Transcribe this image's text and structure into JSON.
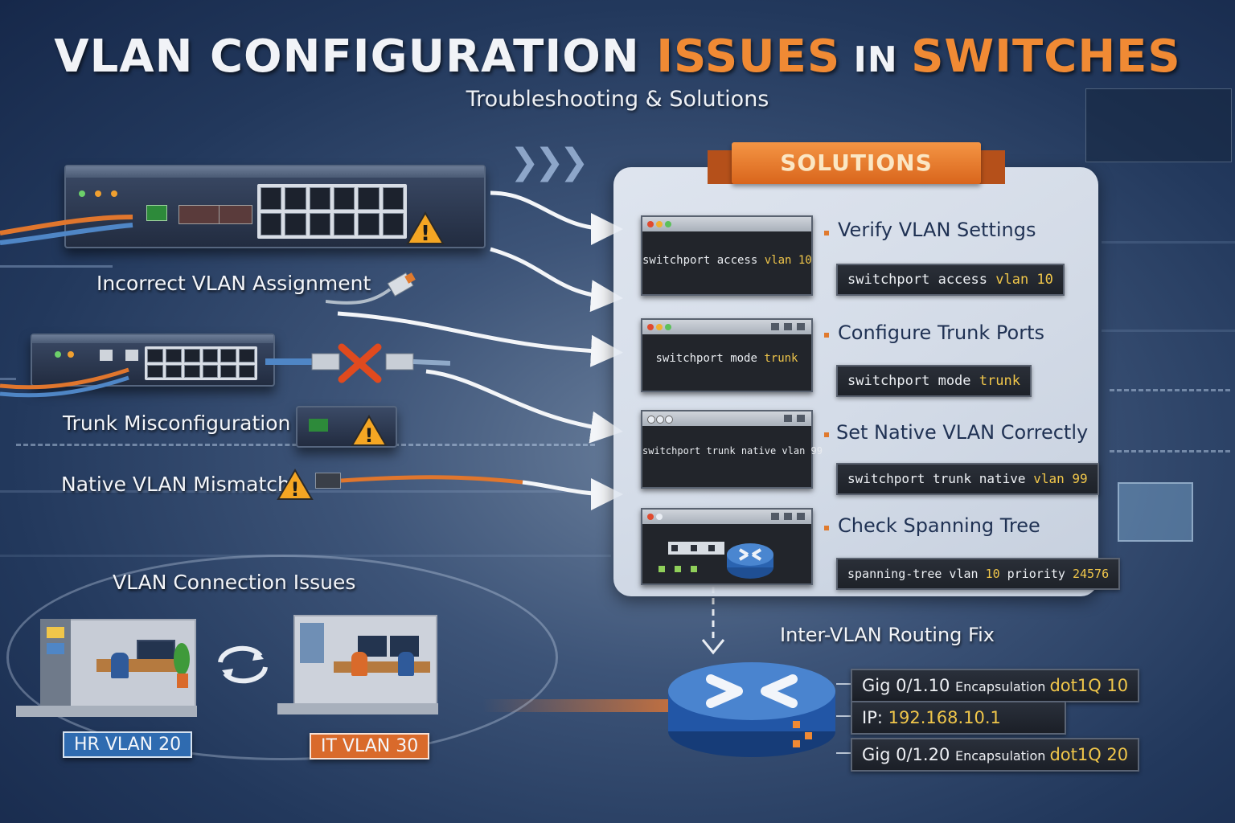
{
  "title": {
    "part1": "VLAN CONFIGURATION ",
    "part2": "ISSUES",
    "part3": " IN ",
    "part4": "SWITCHES"
  },
  "subtitle": "Troubleshooting & Solutions",
  "issues": [
    {
      "label": "Incorrect VLAN Assignment"
    },
    {
      "label": "Trunk Misconfiguration"
    },
    {
      "label": "Native VLAN Mismatch"
    },
    {
      "label": "VLAN Connection Issues"
    }
  ],
  "vlans": [
    {
      "label": "HR VLAN 20",
      "color": "#2f6bb0"
    },
    {
      "label": "IT VLAN 30",
      "color": "#d96a2b"
    }
  ],
  "solutions_banner": "SOLUTIONS",
  "solutions": [
    {
      "title": "Verify VLAN Settings",
      "terminal_text_a": "switchport access ",
      "terminal_text_kw": "vlan 10",
      "cmd_a": "switchport  access  ",
      "cmd_kw": "vlan 10"
    },
    {
      "title": "Configure Trunk Ports",
      "terminal_text_a": "switchport mode ",
      "terminal_text_kw": "trunk",
      "cmd_a": "switchport  mode  ",
      "cmd_kw": "trunk"
    },
    {
      "title": "Set Native VLAN Correctly",
      "terminal_text_a": "switchport trunk native vlan 99",
      "terminal_text_kw": "",
      "cmd_a": "switchport  trunk  native  ",
      "cmd_kw": "vlan 99"
    },
    {
      "title": "Check Spanning Tree",
      "cmd_a": "spanning-tree  vlan  ",
      "cmd_kw": "10",
      "cmd_b": "  priority  ",
      "cmd_kw2": "24576"
    }
  ],
  "routing": {
    "title": "Inter-VLAN Routing Fix",
    "rows": [
      {
        "a": "Gig 0/1.10 ",
        "b": "Encapsulation ",
        "c": "dot1Q 10"
      },
      {
        "a": "IP: ",
        "b": "",
        "c": "192.168.10.1"
      },
      {
        "a": "Gig 0/1.20 ",
        "b": "Encapsulation ",
        "c": "dot1Q 20"
      }
    ]
  },
  "colors": {
    "accent": "#f08a34",
    "highlight": "#f0c64a",
    "panel": "#e6ebf3",
    "background": "#2a4168"
  }
}
